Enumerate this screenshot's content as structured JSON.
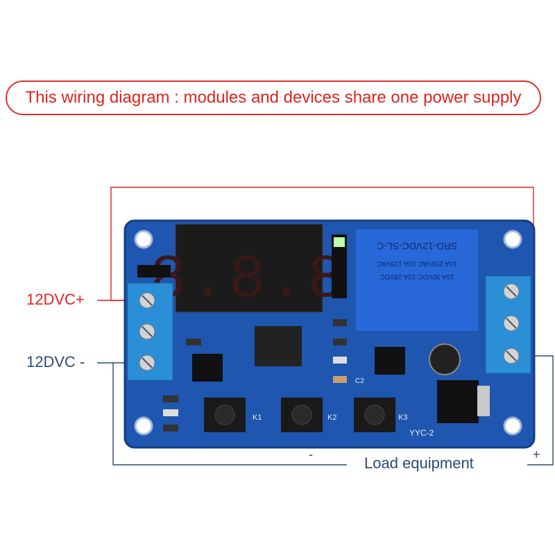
{
  "banner": {
    "text": "This wiring diagram : modules and devices share one power supply"
  },
  "labels": {
    "vcc_plus": "12DVC+",
    "vcc_minus": "12DVC -",
    "load": "Load equipment",
    "minus": "-",
    "plus": "+"
  },
  "board": {
    "display": "8.8.8",
    "relay_lines": [
      "SRD-12VDC-SL-C",
      "10A 250VAC 10A 125VAC",
      "10A 30VDC 10A 28VDC"
    ],
    "buttons": [
      "K1",
      "K2",
      "K3"
    ],
    "model": "YYC-2",
    "cap_label": "C2"
  },
  "colors": {
    "red": "#e0241e",
    "blue": "#2b4a7a",
    "pcb": "#1f56b0",
    "terminal": "#2a8fd6"
  }
}
